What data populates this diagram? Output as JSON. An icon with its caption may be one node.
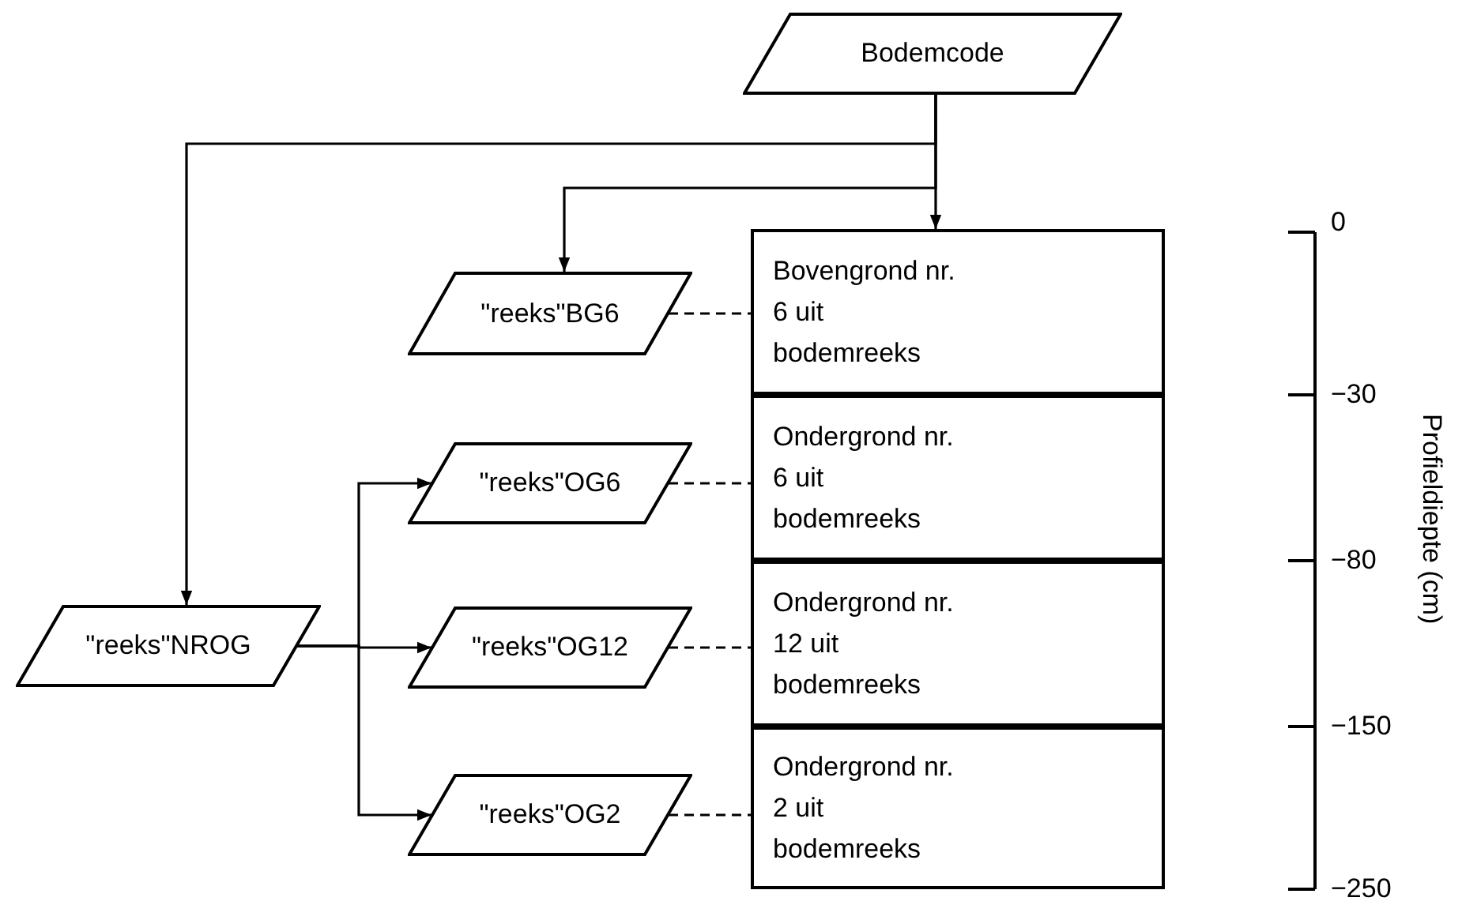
{
  "diagram": {
    "nodes": [
      {
        "text": [
          "Bodemcode"
        ]
      },
      {
        "text": [
          "\"reeks\"BG6"
        ]
      },
      {
        "text": [
          "Bovengrond nr. 6 uit bodemreeks"
        ]
      },
      {
        "text": [
          "\"reeks\"OG6"
        ]
      },
      {
        "text": [
          "Ondergrond nr. 6 uit bodemreeks"
        ]
      },
      {
        "text": [
          "\"reeks\"NROG"
        ]
      },
      {
        "text": [
          "\"reeks\"OG12"
        ]
      },
      {
        "text": [
          "Ondergrond nr. 12 uit bodemreeks"
        ]
      },
      {
        "text": [
          "\"reeks\"OG2"
        ]
      },
      {
        "text": [
          "Ondergrond nr. 2 uit bodemreeks"
        ]
      }
    ],
    "edges": [
      {
        "from": 0,
        "to": 2,
        "arrow": "to"
      },
      {
        "from": 0,
        "to": 1,
        "arrow": "to"
      },
      {
        "from": 0,
        "to": 5,
        "arrow": "to"
      },
      {
        "from": 5,
        "to": 3,
        "arrow": "to"
      },
      {
        "from": 5,
        "to": 6,
        "arrow": "to"
      },
      {
        "from": 5,
        "to": 8,
        "arrow": "to"
      },
      {
        "from": 1,
        "to": 2,
        "arrow": "none",
        "style": "dashed"
      },
      {
        "from": 3,
        "to": 4,
        "arrow": "none",
        "style": "dashed"
      },
      {
        "from": 6,
        "to": 7,
        "arrow": "none",
        "style": "dashed"
      },
      {
        "from": 8,
        "to": 9,
        "arrow": "none",
        "style": "dashed"
      }
    ],
    "labels": [
      "0",
      "−30",
      "−80",
      "−150",
      "−250",
      "Profieldiepte (cm)"
    ]
  }
}
